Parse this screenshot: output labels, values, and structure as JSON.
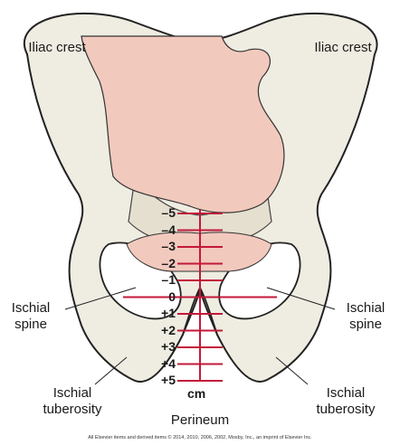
{
  "labels": {
    "iliac_crest_left": "Iliac crest",
    "iliac_crest_right": "Iliac crest",
    "ischial_spine_left": "Ischial spine",
    "ischial_spine_right": "Ischial spine",
    "ischial_tuberosity_left": "Ischial tuberosity",
    "ischial_tuberosity_right": "Ischial tuberosity",
    "perineum": "Perineum",
    "unit": "cm"
  },
  "stations": [
    "–5",
    "–4",
    "–3",
    "–2",
    "–1",
    "0",
    "+1",
    "+2",
    "+3",
    "+4",
    "+5"
  ],
  "copyright": "All Elsevier items and derived items © 2014, 2010, 2006, 2002, Mosby, Inc., an imprint of Elsevier Inc.",
  "colors": {
    "bone": "#efece2",
    "bone_shadow": "#d9d4c3",
    "outline": "#222222",
    "fetal_head": "#f2c9bd",
    "station_lines": "#c3183a"
  }
}
